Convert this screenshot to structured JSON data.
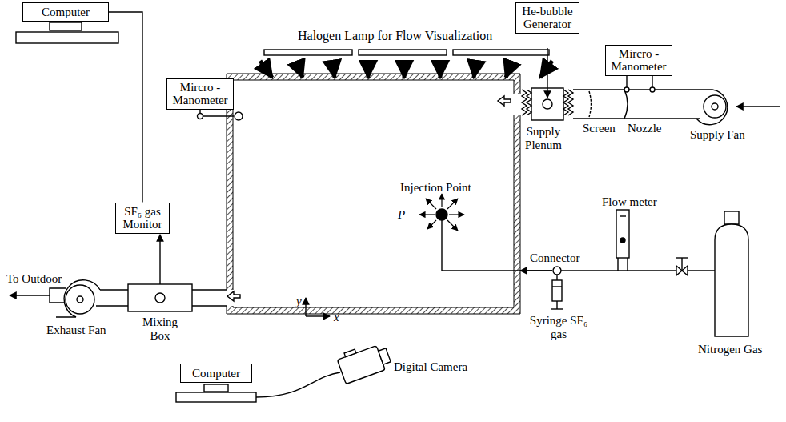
{
  "diagram": {
    "nodes": [
      {
        "text": [
          "Computer"
        ]
      },
      {
        "text": [
          "SF₆ gas Monitor"
        ]
      },
      {
        "text": [
          "Mircro - Manometer"
        ]
      },
      {
        "text": [
          "He-bubble Generator"
        ]
      },
      {
        "text": [
          "Mircro - Manometer"
        ]
      },
      {
        "text": [
          "Computer"
        ]
      }
    ],
    "edges": [
      {
        "from": 0,
        "to": 1,
        "arrow": "none"
      }
    ],
    "labels": [
      "Halogen Lamp for Flow Visualization",
      "To Outdoor",
      "Exhaust Fan",
      "Mixing Box",
      "Injection Point",
      "P",
      "Connector",
      "Flow meter",
      "Syringe SF₆ gas",
      "Nitrogen Gas",
      "Digital Camera",
      "Supply Plenum",
      "Screen",
      "Nozzle",
      "Supply Fan",
      "y",
      "x"
    ]
  }
}
